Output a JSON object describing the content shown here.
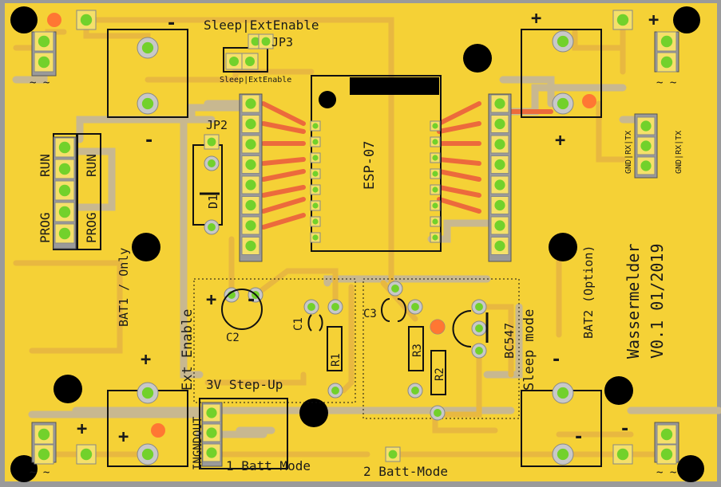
{
  "board": {
    "title": "Wassermelder",
    "version": "V0.1 01/2019",
    "colors": {
      "pcb": "#f5d136",
      "trace": "#e8a83a",
      "pad": "#72d12b",
      "mask": "#c8b890",
      "hole": "#000000",
      "ratsnest": "#ff7733"
    }
  },
  "labels": {
    "sleep_ext_enable_top": "Sleep|ExtEnable",
    "sleep_ext_enable_small": "Sleep|ExtEnable",
    "jp3": "JP3",
    "jp2": "JP2",
    "d1": "D1",
    "esp": "ESP-07",
    "run_left": "RUN",
    "run_right": "RUN",
    "prog_left": "PROG",
    "prog_right": "PROG",
    "bat1": "BAT1 / Only",
    "ext_enable": "Ext Enable",
    "c1": "C1",
    "c2": "C2",
    "c3": "C3",
    "r1": "R1",
    "r2": "R2",
    "r3": "R3",
    "bc547": "BC547",
    "sleep_mode": "Sleep mode",
    "bat2": "BAT2 (Option)",
    "step_up": "3V Step-Up",
    "ingout": "INGNDOUT",
    "batt1_mode": "1 Batt Mode",
    "batt2_mode": "2 Batt-Mode",
    "gnd_rx_tx_a": "GND|RX|TX",
    "gnd_rx_tx_b": "GND|RX|TX",
    "wave_tl": "~ ~",
    "wave_tr": "~ ~",
    "wave_bl": "~ ~",
    "wave_br": "~ ~"
  },
  "polarity": {
    "plus": "+",
    "minus": "-"
  }
}
